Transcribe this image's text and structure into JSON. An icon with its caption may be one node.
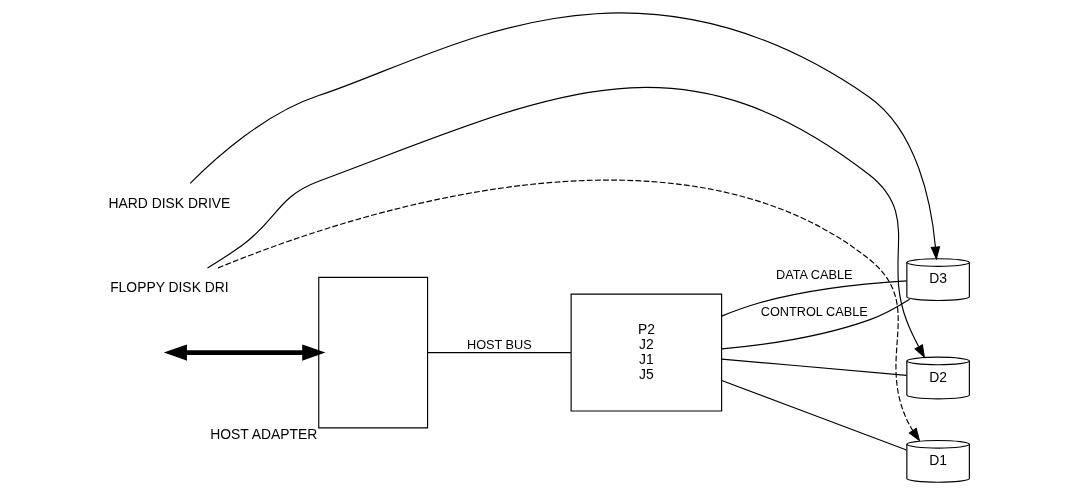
{
  "diagram": {
    "nodes": [
      {
        "text": [
          "HOST ADAPTER"
        ]
      },
      {
        "text": [
          "P2",
          "J2",
          "J1",
          "J5"
        ]
      },
      {
        "text": [
          "D3"
        ]
      },
      {
        "text": [
          "D2"
        ]
      },
      {
        "text": [
          "D1"
        ]
      },
      {
        "text": [
          "HARD DISK DRIVE"
        ]
      },
      {
        "text": [
          "FLOPPY DISK DRI"
        ]
      }
    ],
    "edges": [
      {
        "from": null,
        "to": 0,
        "arrow": "both",
        "style": "thick"
      },
      {
        "from": 0,
        "to": 1,
        "arrow": "none",
        "label": "HOST BUS"
      },
      {
        "from": 1,
        "to": 2,
        "arrow": "none",
        "label": "DATA CABLE"
      },
      {
        "from": 1,
        "to": 2,
        "arrow": "none",
        "label": "CONTROL CABLE"
      },
      {
        "from": 1,
        "to": 3,
        "arrow": "none"
      },
      {
        "from": 1,
        "to": 4,
        "arrow": "none"
      },
      {
        "from": 5,
        "to": 2,
        "arrow": "to"
      },
      {
        "from": 6,
        "to": 3,
        "arrow": "to"
      },
      {
        "from": 6,
        "to": 4,
        "arrow": "to",
        "style": "dashed"
      }
    ]
  }
}
